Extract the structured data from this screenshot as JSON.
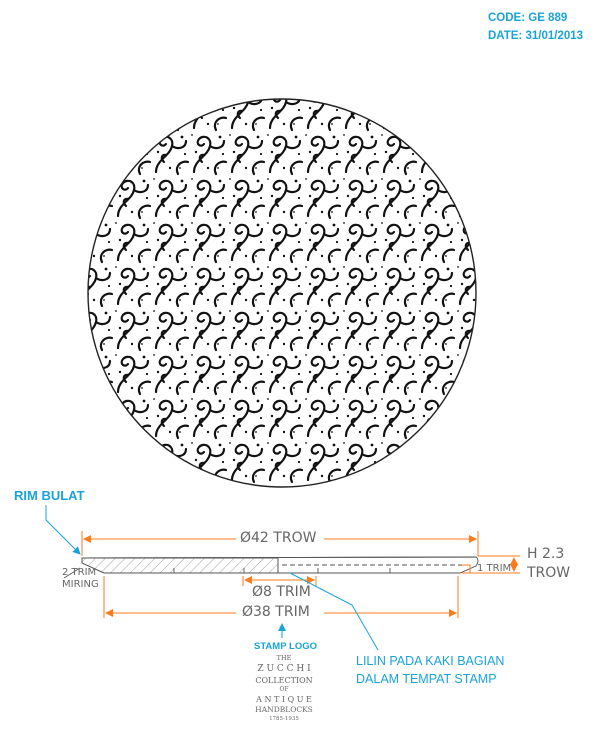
{
  "header": {
    "code": "CODE: GE 889",
    "date": "DATE: 31/01/2013"
  },
  "labels": {
    "rim": "RIM BULAT",
    "diameter_top": "Ø42 TROW",
    "height": "H 2.3",
    "height_unit": "TROW",
    "trim_right": "1 TRIM",
    "trim_left_1": "2 TRIM",
    "trim_left_2": "MIRING",
    "diameter_inner": "Ø8 TRIM",
    "diameter_bottom": "Ø38 TRIM",
    "lilin_1": "LILIN PADA KAKI BAGIAN",
    "lilin_2": "DALAM TEMPAT STAMP",
    "stamp_label": "STAMP LOGO"
  },
  "stamp_logo": [
    "THE",
    "Z U C C H I",
    "COLLECTION",
    "OF",
    "A N T I Q U E",
    "HANDBLOCKS",
    "1785-1935"
  ],
  "colors": {
    "accent": "#1aa3d9",
    "line": "#555555",
    "pattern": "#111111"
  }
}
